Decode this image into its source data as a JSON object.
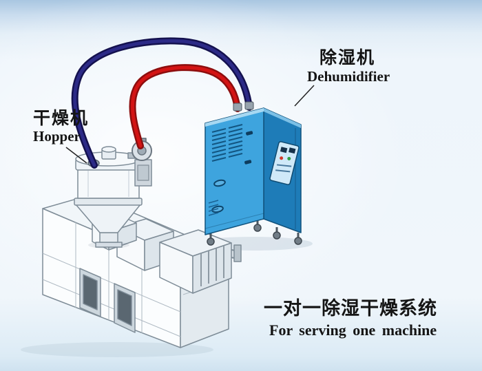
{
  "labels": {
    "hopper": {
      "cn": "干燥机",
      "en": "Hopper"
    },
    "dehumidifier": {
      "cn": "除湿机",
      "en": "Dehumidifier"
    },
    "caption": {
      "cn": "一对一除湿干燥系统",
      "en": "For serving one machine"
    }
  },
  "colors": {
    "pipe_red": "#d31414",
    "pipe_red_dark": "#8d0e0e",
    "pipe_navy": "#2c2a86",
    "pipe_navy_dark": "#14114e",
    "cabinet_front": "#3ea4de",
    "cabinet_side": "#1e7cb8",
    "cabinet_top": "#a7d8f2",
    "background_top": "#a9c6e1",
    "background_main": "#eef5fb"
  }
}
